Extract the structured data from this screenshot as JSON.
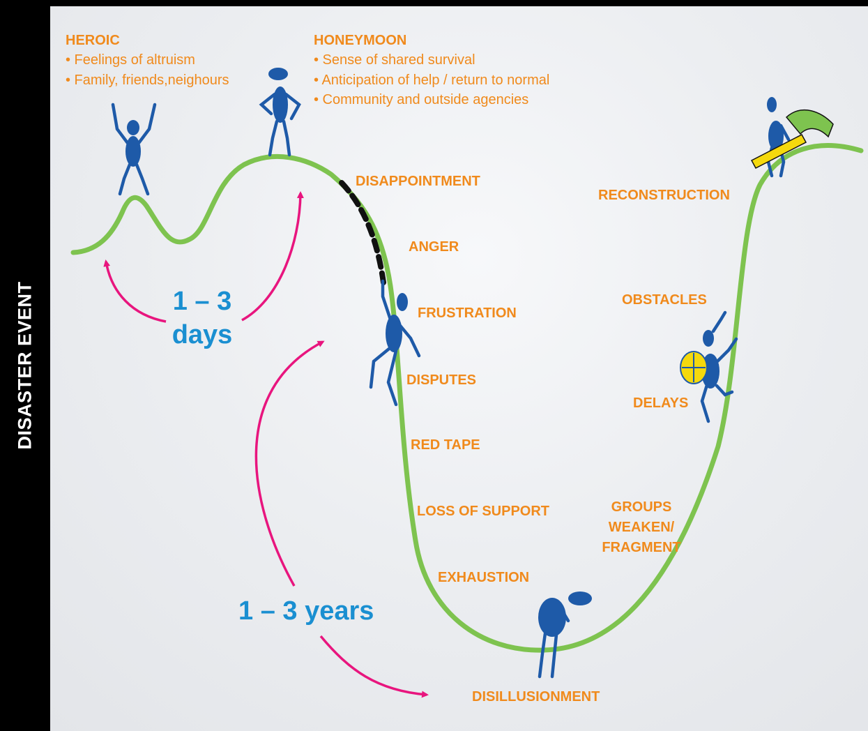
{
  "sidebar_label": "DISASTER EVENT",
  "colors": {
    "curve": "#7ec34f",
    "dashed": "#111111",
    "stage_label": "#f08a1c",
    "duration_label": "#1a8fd1",
    "arrow": "#e8157e",
    "figure": "#1e5aa8",
    "sidebar": "#000000"
  },
  "phases": {
    "heroic": {
      "title": "HEROIC",
      "bullets": [
        "• Feelings of altruism",
        "• Family, friends,neighours"
      ]
    },
    "honeymoon": {
      "title": "HONEYMOON",
      "bullets": [
        "• Sense of shared survival",
        "• Anticipation of help / return to normal",
        "• Community and outside agencies"
      ]
    }
  },
  "stages": {
    "disappointment": "DISAPPOINTMENT",
    "anger": "ANGER",
    "frustration": "FRUSTRATION",
    "disputes": "DISPUTES",
    "red_tape": "RED TAPE",
    "loss_of_support": "LOSS OF SUPPORT",
    "exhaustion": "EXHAUSTION",
    "disillusionment": "DISILLUSIONMENT",
    "groups": [
      "GROUPS",
      "WEAKEN/",
      "FRAGMENT"
    ],
    "delays": "DELAYS",
    "obstacles": "OBSTACLES",
    "reconstruction": "RECONSTRUCTION"
  },
  "durations": {
    "short": [
      "1 – 3",
      "days"
    ],
    "long": "1 – 3 years"
  },
  "figures": [
    "cheering-figure",
    "confident-figure",
    "falling-figure",
    "slumped-figure",
    "climbing-figure",
    "hammer-figure"
  ]
}
